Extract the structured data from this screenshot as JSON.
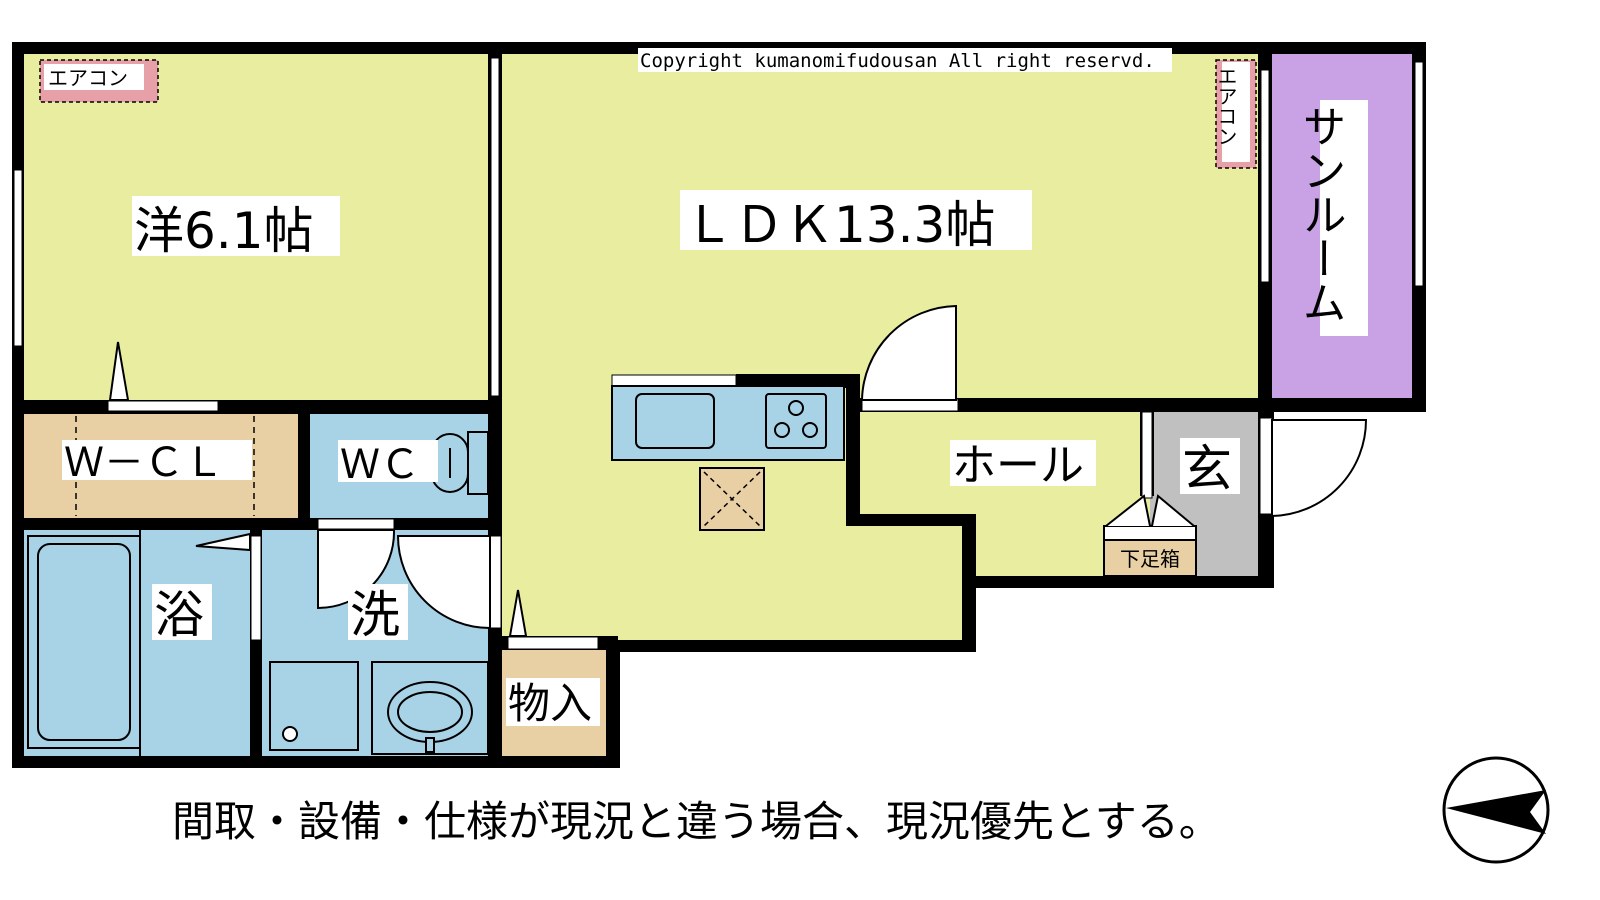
{
  "copyright": "Copyright kumanomifudousan All right reservd.",
  "rooms": {
    "western": "洋6.1帖",
    "ldk": "ＬＤＫ13.3帖",
    "sunroom": "サンルーム",
    "wcl": "Ｗ－ＣＬ",
    "wc": "ＷＣ",
    "hall": "ホール",
    "entrance": "玄",
    "bath": "浴",
    "washroom": "洗",
    "storage": "物入",
    "shoe_box": "下足箱"
  },
  "aircon_labels": [
    "エアコン",
    "エアコン"
  ],
  "disclaimer": "間取・設備・仕様が現況と違う場合、現況優先とする。",
  "colors": {
    "room_yellow": "#e9eda0",
    "water_blue": "#a8d2e6",
    "closet_tan": "#e8cfa4",
    "sunroom_purple": "#c8a2e4",
    "entrance_gray": "#c0c0c0",
    "aircon_pink": "#e8a0a8",
    "wall": "#000000"
  },
  "icons": [
    "north-arrow-icon",
    "stove-icon",
    "sink-icon",
    "bathtub-icon",
    "toilet-icon",
    "washbasin-icon"
  ]
}
